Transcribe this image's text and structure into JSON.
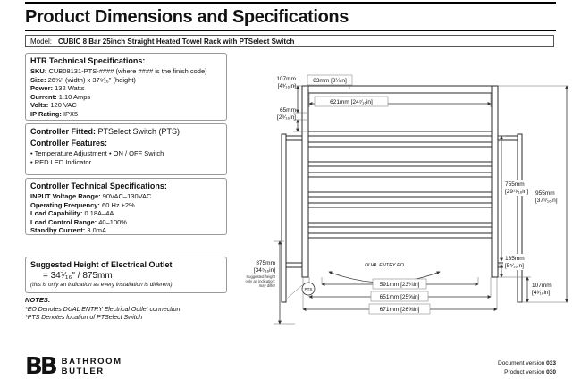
{
  "header": {
    "title": "Product Dimensions and Specifications",
    "model_label": "Model:",
    "model_value": "CUBIC 8 Bar 25inch Straight Heated Towel Rack with PTSelect Switch"
  },
  "specs": {
    "htr_heading": "HTR Technical Specifications:",
    "htr_rows": [
      {
        "label": "SKU:",
        "value": "CUB08131-PTS-#### (where #### is the finish code)"
      },
      {
        "label": "Size:",
        "value": "26⅝\" (width) x 37⁹⁄₁₆\" (height)"
      },
      {
        "label": "Power:",
        "value": "132 Watts"
      },
      {
        "label": "Current:",
        "value": "1.10 Amps"
      },
      {
        "label": "Volts:",
        "value": "120 VAC"
      },
      {
        "label": "IP Rating:",
        "value": "IPX5"
      }
    ],
    "controller_fitted_label": "Controller Fitted:",
    "controller_fitted_value": "PTSelect Switch (PTS)",
    "controller_features_heading": "Controller Features:",
    "controller_features": [
      "• Temperature Adjustment • ON / OFF Switch",
      "• RED LED Indicator"
    ],
    "controller_tech_heading": "Controller Technical Specifications:",
    "controller_tech_rows": [
      {
        "label": "INPUT Voltage Range:",
        "value": "90VAC–130VAC"
      },
      {
        "label": "Operating Frequency:",
        "value": "60 Hz ±2%"
      },
      {
        "label": "Load Capability:",
        "value": "0.18A–4A"
      },
      {
        "label": "Load Control Range:",
        "value": "40–100%"
      },
      {
        "label": "Standby Current:",
        "value": "3.0mA"
      }
    ],
    "outlet_heading": "Suggested Height of Electrical Outlet",
    "outlet_value": "=  34⁷⁄₁₆\" / 875mm",
    "outlet_note": "(this is only an indication as every installation is different)",
    "notes_heading": "NOTES:",
    "notes": [
      "*EO Denotes DUAL ENTRY Electrical Outlet connection",
      "*PTS Denotes location of PTSelect Switch"
    ]
  },
  "diagram": {
    "dims": {
      "top_gap": {
        "mm": "107mm",
        "in": "[4³⁄₁₆in]"
      },
      "bracket_offset": "83mm [3¼in]",
      "inner_width": "621mm [24⁷⁄₁₆in]",
      "top_spacing": {
        "mm": "65mm",
        "in": "[2⁹⁄₁₆in]"
      },
      "bracket_span": {
        "mm": "755mm",
        "in": "[29¹¹⁄₁₆in]"
      },
      "total_height": {
        "mm": "955mm",
        "in": "[37⁹⁄₁₆in]"
      },
      "bottom_gap": {
        "mm": "135mm",
        "in": "[5⁵⁄₁₆in]"
      },
      "outlet_height": {
        "mm": "875mm",
        "in": "[34⁷⁄₁₆in]"
      },
      "outlet_note_lines": [
        "Suggested height",
        "only an indication;",
        "may differ"
      ],
      "bottom_inner": "591mm [23¼in]",
      "bottom_centers": "651mm [25⅝in]",
      "bottom_outer": "671mm [26⅝in]",
      "bottom_right_gap": {
        "mm": "107mm",
        "in": "[4³⁄₁₆in]"
      }
    },
    "dual_entry_label": "DUAL ENTRY EO",
    "pts_label": "PTS"
  },
  "footer": {
    "brand_bb": "BB",
    "brand_line1": "BATHROOM",
    "brand_line2": "BUTLER",
    "doc_version_label": "Document version",
    "doc_version": "033",
    "prod_version_label": "Product version",
    "prod_version": "030"
  }
}
